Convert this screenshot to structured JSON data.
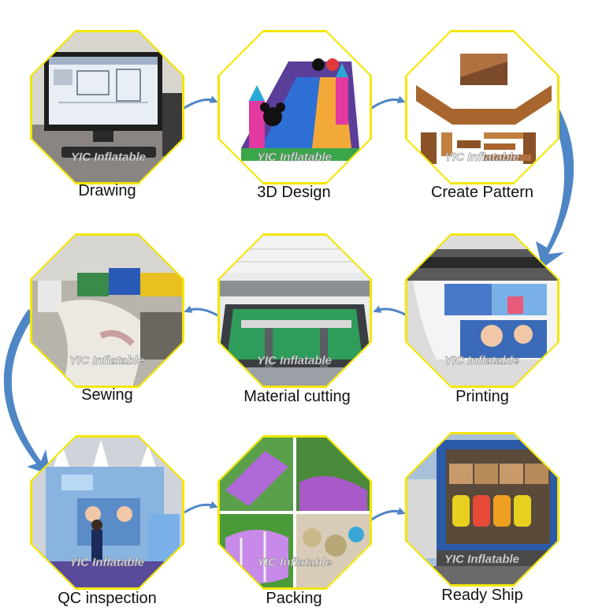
{
  "steps": [
    {
      "label": "Drawing",
      "watermark": "YIC Inflatable"
    },
    {
      "label": "3D Design",
      "watermark": "YIC Inflatable"
    },
    {
      "label": "Create Pattern",
      "watermark": "YIC Inflatable"
    },
    {
      "label": "Printing",
      "watermark": "YIC Inflatable"
    },
    {
      "label": "Material cutting",
      "watermark": "YIC Inflatable"
    },
    {
      "label": "Sewing",
      "watermark": "YIC Inflatable"
    },
    {
      "label": "QC inspection",
      "watermark": "YIC Inflatable"
    },
    {
      "label": "Packing",
      "watermark": "YIC Inflatable"
    },
    {
      "label": "Ready Ship",
      "watermark": "YIC Inflatable"
    }
  ],
  "colors": {
    "frame": "#f3e600",
    "frame_shadow": "#c9b800",
    "arrow": "#4f86c6"
  }
}
